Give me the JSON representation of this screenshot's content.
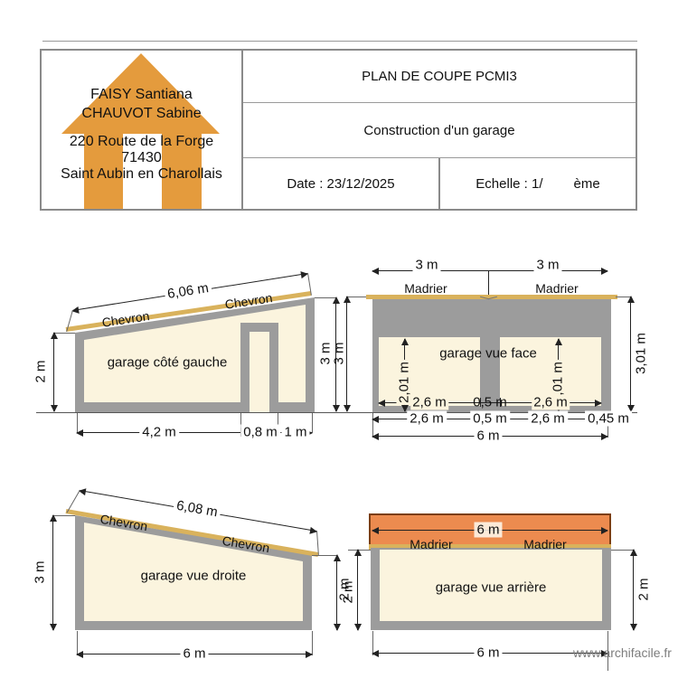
{
  "title_block": {
    "names": [
      "FAISY Santiana",
      "CHAUVOT Sabine"
    ],
    "address": [
      "220 Route de la Forge",
      "71430",
      "Saint Aubin en Charollais"
    ],
    "plan_title": "PLAN DE COUPE PCMI3",
    "project_title": "Construction d'un garage",
    "date": "Date : 23/12/2025",
    "scale_prefix": "Echelle : 1/",
    "scale_suffix": "ème"
  },
  "labels": {
    "chevron": "Chevron",
    "madrier": "Madrier"
  },
  "views": {
    "cote_gauche": {
      "title": "garage côté gauche",
      "slope_length": "6,06 m",
      "left_height": "2 m",
      "right_height": "3 m",
      "bottom_segments": [
        "4,2 m",
        "0,8 m",
        "1 m"
      ]
    },
    "vue_face": {
      "title": "garage vue face",
      "top_left_width": "3 m",
      "top_right_width": "3 m",
      "left_height": "3 m",
      "right_height": "3,01 m",
      "opening_height": "2,01 m",
      "dim_row1": [
        "2,6 m",
        "0,5 m",
        "2,6 m"
      ],
      "dim_row2": [
        "2,6 m",
        "0,5 m",
        "2,6 m",
        "0,45 m"
      ],
      "total_width": "6 m"
    },
    "vue_droite": {
      "title": "garage vue droite",
      "slope_length": "6,08 m",
      "left_height": "3 m",
      "right_height": "2 m",
      "bottom_width": "6 m"
    },
    "vue_arriere": {
      "title": "garage vue arrière",
      "roof_width": "6 m",
      "left_height": "2 m",
      "right_height": "2 m",
      "bottom_width": "6 m"
    }
  },
  "watermark": "www.archifacile.fr",
  "colors": {
    "wall_grey": "#9c9c9c",
    "fill_cream": "#fbf4de",
    "chevron_tan": "#d9b25c",
    "roof_orange": "#ec8b4f",
    "house_orange": "#e49b3d"
  }
}
